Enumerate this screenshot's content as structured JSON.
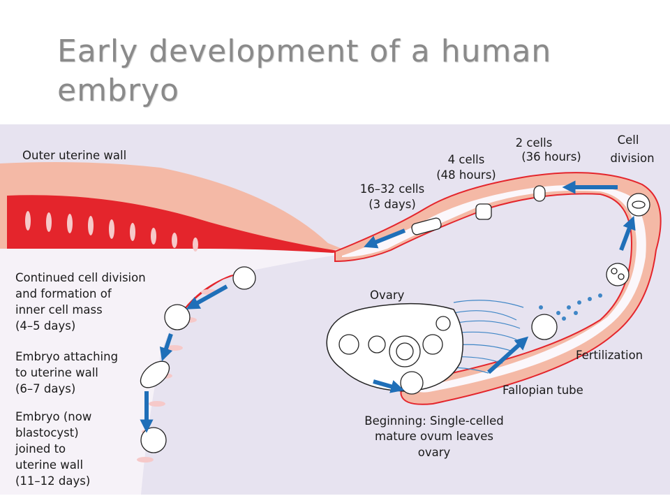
{
  "title": "Early development of a human embryo",
  "labels": {
    "outer_wall": "Outer uterine wall",
    "two_cells": [
      "2 cells",
      "(36 hours)"
    ],
    "cell_division": [
      "Cell",
      "division"
    ],
    "four_cells": [
      "4 cells",
      "(48 hours)"
    ],
    "sixteen_cells": [
      "16–32 cells",
      "(3 days)"
    ],
    "continued": [
      "Continued cell division",
      "and formation of",
      "inner cell mass",
      "(4–5 days)"
    ],
    "ovary": "Ovary",
    "attaching": [
      "Embryo attaching",
      "to uterine wall",
      "(6–7 days)"
    ],
    "fertilization": "Fertilization",
    "fallopian": "Fallopian tube",
    "beginning": [
      "Beginning:  Single-celled",
      "mature ovum leaves",
      "ovary"
    ],
    "blastocyst": [
      "Embryo (now",
      "blastocyst)",
      "joined to",
      "uterine wall",
      "(11–12 days)"
    ]
  },
  "colors": {
    "title": "#8a8a8a",
    "panel": "#e7e3f0",
    "outer_wall": "#f4b9a6",
    "endometrium": "#e4252c",
    "tube_wall": "#f4b9a6",
    "tube_edge": "#e4252c",
    "arrow": "#1f6fb8",
    "cilia": "#3f86c6"
  }
}
